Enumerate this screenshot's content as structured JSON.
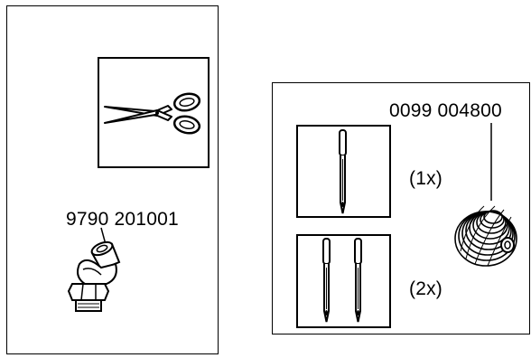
{
  "left_panel": {
    "tool_icon": "scissors-icon",
    "part_number": "9790 201001",
    "part_icon": "elbow-fitting-icon"
  },
  "right_panel": {
    "part_number": "0099 004800",
    "part_icon": "spring-coil-icon",
    "needle_single_qty": "(1x)",
    "needle_double_qty": "(2x)"
  }
}
